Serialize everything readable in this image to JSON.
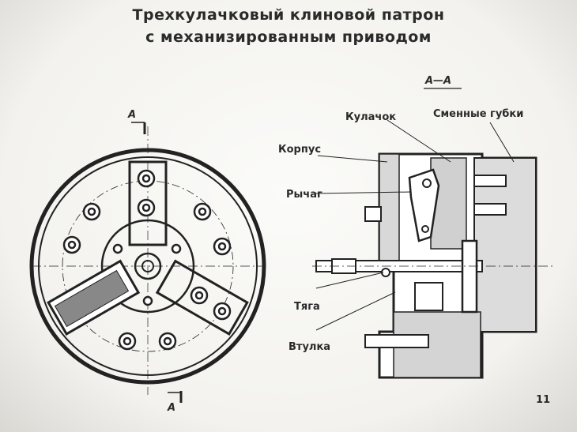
{
  "title": {
    "line1": "Трехкулачковый клиновой патрон",
    "line2": "с механизированным приводом"
  },
  "section_label": "А—А",
  "cut_marks": {
    "top": "А",
    "bottom": "А"
  },
  "labels": {
    "kulachok": "Кулачок",
    "smennye_gubki": "Сменные губки",
    "korpus": "Корпус",
    "rychag": "Рычаг",
    "tyaga": "Тяга",
    "vtulka": "Втулка"
  },
  "page_number": "11"
}
